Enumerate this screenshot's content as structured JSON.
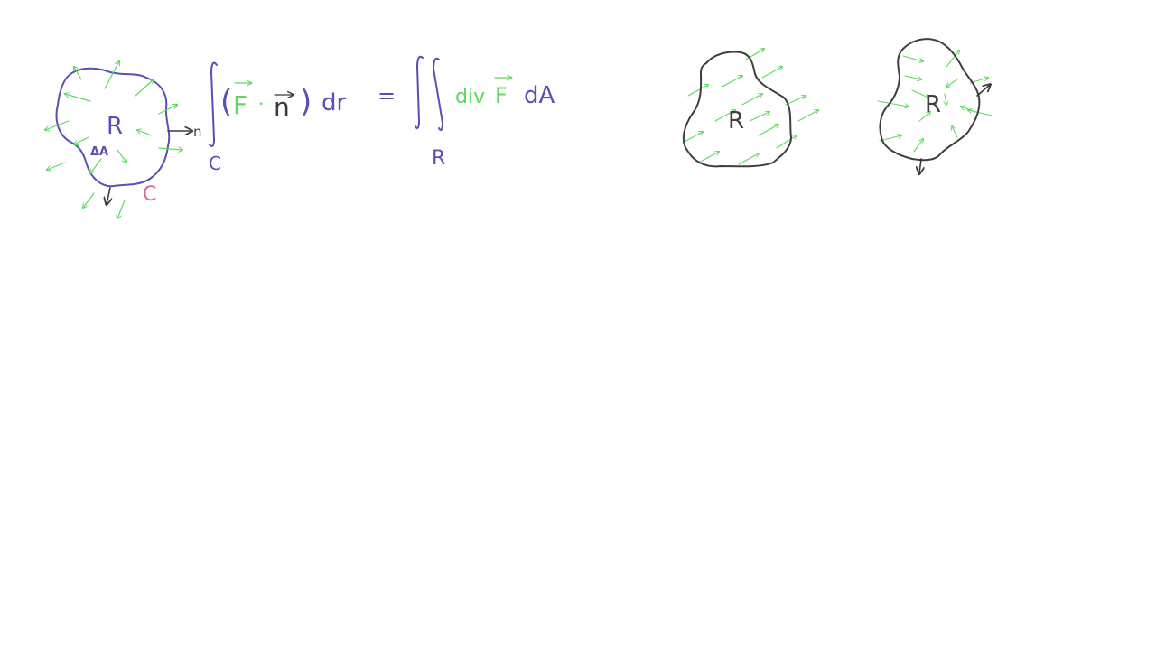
{
  "colors": {
    "background": "#ffffff",
    "curve": "#5a4fb4",
    "field": "#5fd860",
    "normal": "#3a3a3a",
    "label_c": "#d9679a",
    "region_outline": "#3f3f3f"
  },
  "diagram1": {
    "region_label": "R",
    "curve_label": "C",
    "normal_label": "n",
    "ds_label": "ΔA"
  },
  "equation": {
    "lhs_lower_limit": "C",
    "open_paren": "(",
    "field": "F",
    "dot": "·",
    "normal": "n",
    "close_paren": ")",
    "differential": "dr",
    "equals": "=",
    "rhs_lower_limit": "R",
    "div": "div",
    "rhs_field": "F",
    "rhs_differential": "dA"
  },
  "diagram2": {
    "region_label": "R"
  },
  "diagram3": {
    "region_label": "R"
  }
}
